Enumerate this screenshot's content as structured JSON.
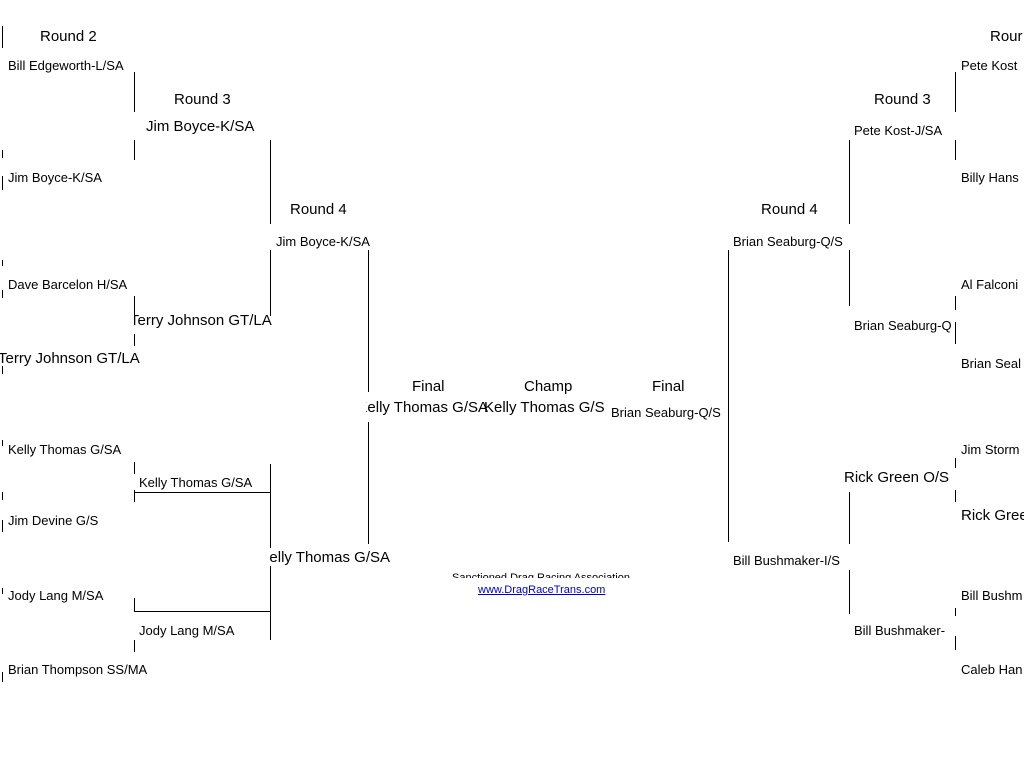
{
  "headers": {
    "round2_left": "Round 2",
    "round2_right": "Rour",
    "round3_left": "Round 3",
    "round3_right": "Round 3",
    "round4_left": "Round 4",
    "round4_right": "Round 4",
    "final_left": "Final",
    "champ": "Champ",
    "final_right": "Final"
  },
  "left_round2": [
    "Bill Edgeworth-L/SA",
    "Jim Boyce-K/SA",
    "Dave Barcelon H/SA",
    "Terry Johnson GT/LA",
    "Kelly Thomas G/SA",
    "Jim Devine G/S",
    "Jody Lang M/SA",
    "Brian Thompson SS/MA"
  ],
  "left_round3": [
    "Jim Boyce-K/SA",
    "Terry Johnson GT/LA",
    "Kelly Thomas G/SA",
    "Jody Lang M/SA"
  ],
  "left_round4": [
    "Jim Boyce-K/SA",
    "Kelly Thomas G/SA"
  ],
  "final_left": "Kelly Thomas G/SA",
  "champion": "Kelly Thomas G/S",
  "final_right": "Brian Seaburg-Q/S",
  "right_round4": [
    "Brian Seaburg-Q/S",
    "Bill Bushmaker-I/S"
  ],
  "right_round3": [
    "Pete Kost-J/SA",
    "Brian Seaburg-Q",
    "Rick Green O/S",
    "Bill Bushmaker-"
  ],
  "right_round2": [
    "Pete Kost",
    "Billy Hans",
    "Al Falconi",
    "Brian Seal",
    "Jim Storm",
    "Rick Gree",
    "Bill Bushm",
    "Caleb Han"
  ],
  "footer": {
    "partial_text": "Sanctioned Drag Racing Association",
    "link_text": "www.DragRaceTrans.com"
  }
}
